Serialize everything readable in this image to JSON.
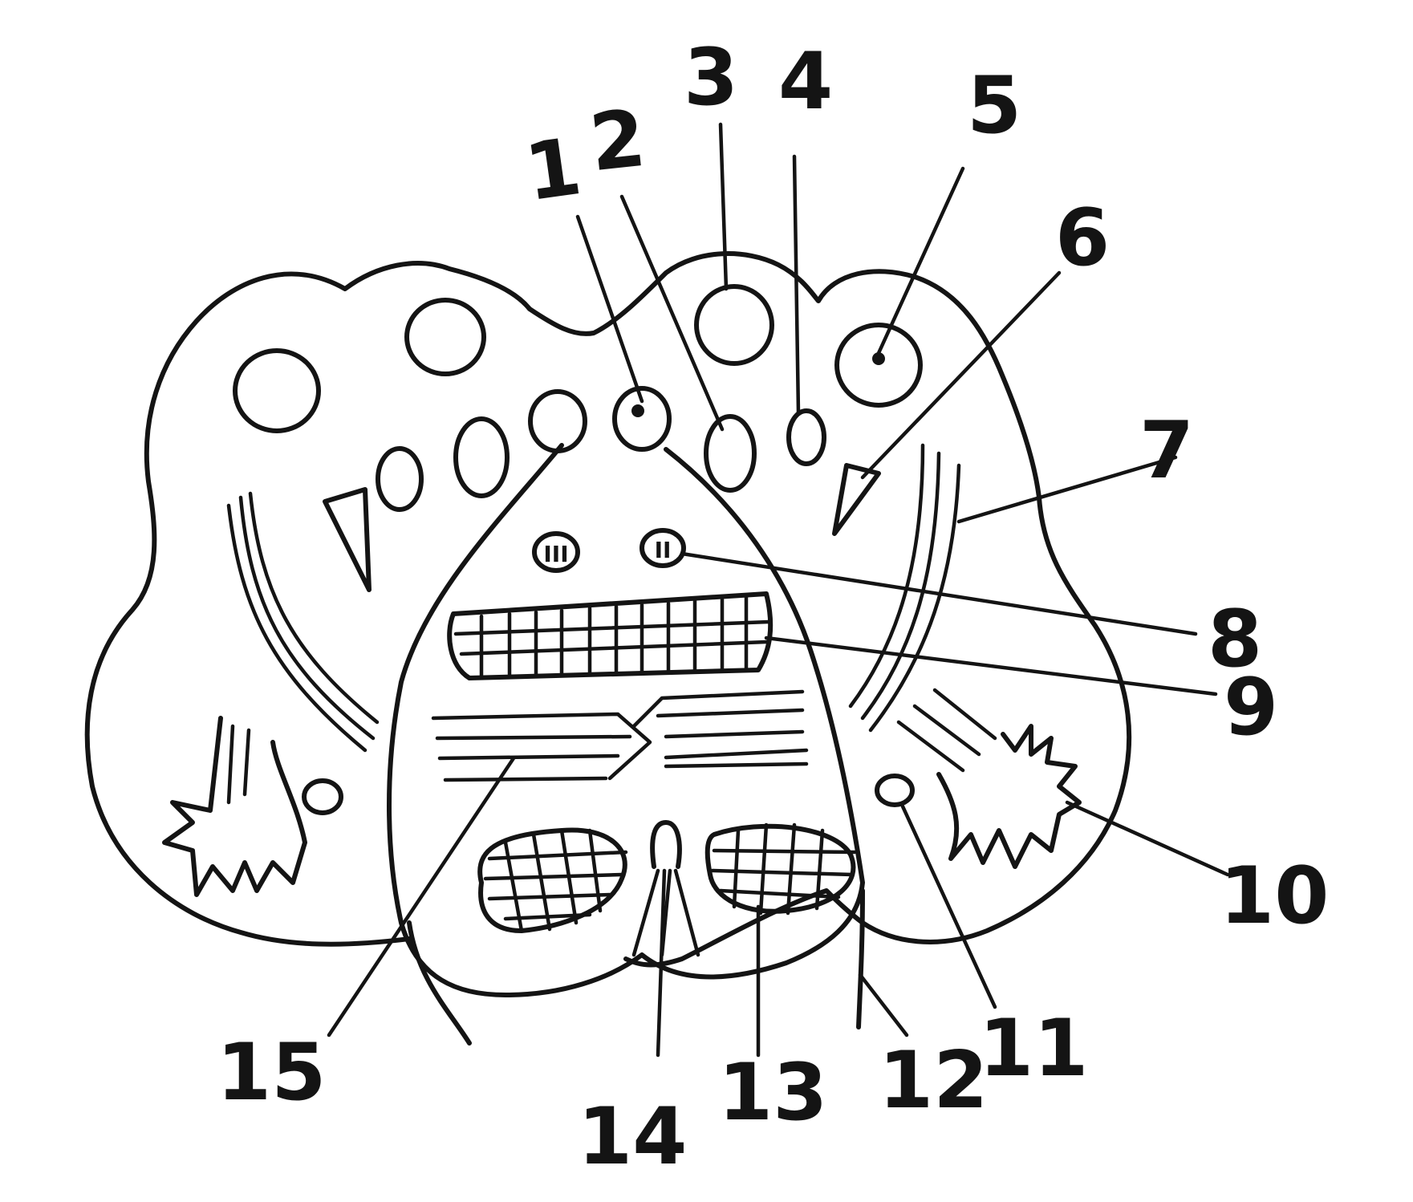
{
  "colors": {
    "ink": "#141414",
    "paper": "#ffffff"
  },
  "labels": {
    "l1": "1",
    "l2": "2",
    "l3": "3",
    "l4": "4",
    "l5": "5",
    "l6": "6",
    "l7": "7",
    "l8": "8",
    "l9": "9",
    "l10": "10",
    "l11": "11",
    "l12": "12",
    "l13": "13",
    "l14": "14",
    "l15": "15"
  },
  "nucleus_marks": {
    "left": "III",
    "right": "II"
  }
}
